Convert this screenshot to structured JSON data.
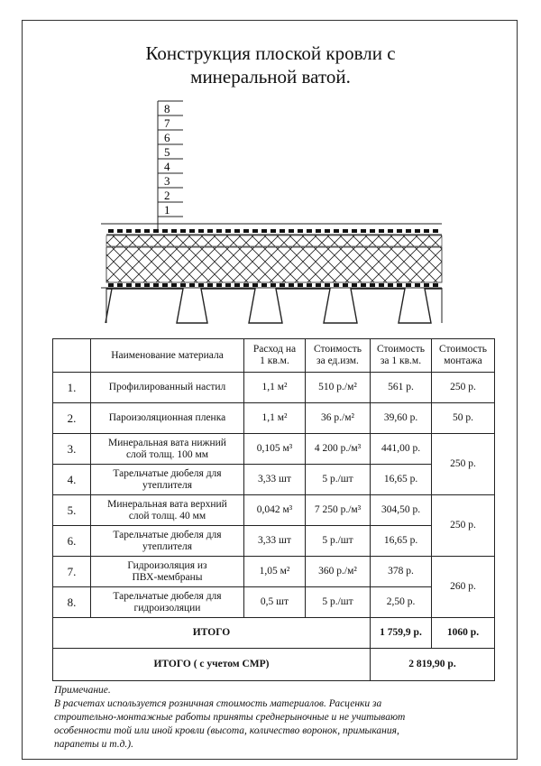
{
  "title_line1": "Конструкция плоской кровли с",
  "title_line2": "минеральной ватой.",
  "layers": [
    "8",
    "7",
    "6",
    "5",
    "4",
    "3",
    "2",
    "1"
  ],
  "table": {
    "headers": {
      "num": "",
      "name": "Наименование материала",
      "consumption_1": "Расход на",
      "consumption_2": "1 кв.м.",
      "unit_cost_1": "Стоимость",
      "unit_cost_2": "за ед.изм.",
      "sqm_cost_1": "Стоимость",
      "sqm_cost_2": "за 1 кв.м.",
      "install_1": "Стоимость",
      "install_2": "монтажа"
    },
    "rows": [
      {
        "num": "1.",
        "name_1": "Профилированный настил",
        "name_2": "",
        "consumption": "1,1 м²",
        "unit_cost": "510 р./м²",
        "sqm_cost": "561 р.",
        "install": "250 р."
      },
      {
        "num": "2.",
        "name_1": "Пароизоляционная пленка",
        "name_2": "",
        "consumption": "1,1 м²",
        "unit_cost": "36 р./м²",
        "sqm_cost": "39,60 р.",
        "install": "50 р."
      },
      {
        "num": "3.",
        "name_1": "Минеральная вата нижний",
        "name_2": "слой толщ. 100 мм",
        "consumption": "0,105 м³",
        "unit_cost": "4 200 р./м³",
        "sqm_cost": "441,00 р.",
        "install": "250 р."
      },
      {
        "num": "4.",
        "name_1": "Тарельчатые дюбеля для",
        "name_2": "утеплителя",
        "consumption": "3,33 шт",
        "unit_cost": "5 р./шт",
        "sqm_cost": "16,65 р.",
        "install": ""
      },
      {
        "num": "5.",
        "name_1": "Минеральная вата верхний",
        "name_2": "слой толщ. 40 мм",
        "consumption": "0,042 м³",
        "unit_cost": "7 250 р./м³",
        "sqm_cost": "304,50 р.",
        "install": "250 р."
      },
      {
        "num": "6.",
        "name_1": "Тарельчатые дюбеля для",
        "name_2": "утеплителя",
        "consumption": "3,33 шт",
        "unit_cost": "5 р./шт",
        "sqm_cost": "16,65 р.",
        "install": ""
      },
      {
        "num": "7.",
        "name_1": "Гидроизоляция из",
        "name_2": "ПВХ-мембраны",
        "consumption": "1,05 м²",
        "unit_cost": "360 р./м²",
        "sqm_cost": "378 р.",
        "install": "260 р."
      },
      {
        "num": "8.",
        "name_1": "Тарельчатые дюбеля для",
        "name_2": "гидроизоляции",
        "consumption": "0,5 шт",
        "unit_cost": "5 р./шт",
        "sqm_cost": "2,50 р.",
        "install": ""
      }
    ],
    "total_label": "ИТОГО",
    "total_materials": "1 759,9 р.",
    "total_install": "1060 р.",
    "total_smr_label": "ИТОГО ( с учетом СМР)",
    "total_smr_value": "2 819,90 р."
  },
  "note": {
    "heading": "Примечание.",
    "line1": "В расчетах используется розничная стоимость материалов. Расценки за",
    "line2": "строительно-монтажные работы приняты среднерыночные и не учитывают",
    "line3": "особенности той или иной кровли (высота, количество воронок, примыкания,",
    "line4": "парапеты и т.д.)."
  }
}
